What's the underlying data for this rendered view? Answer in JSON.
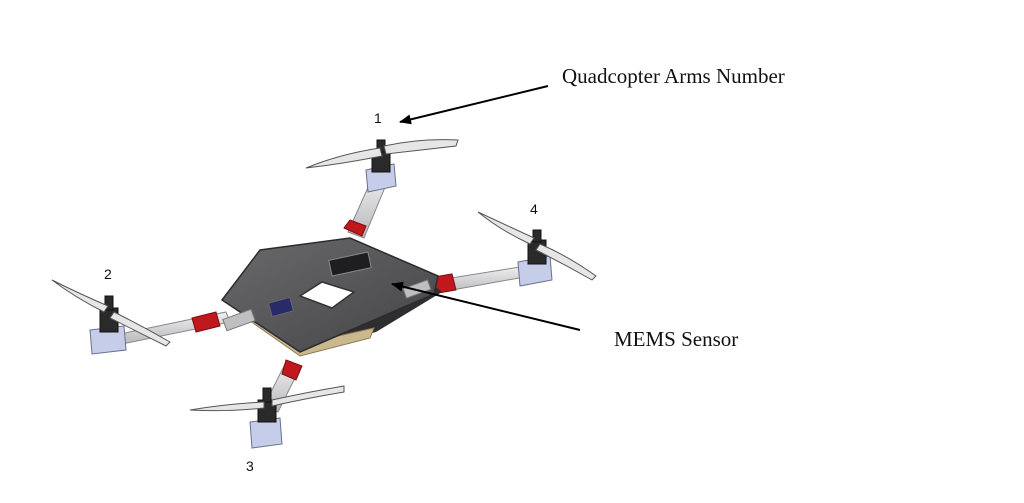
{
  "annotations": {
    "arms_label": "Quadcopter Arms Number",
    "sensor_label": "MEMS Sensor"
  },
  "arm_numbers": [
    "1",
    "2",
    "3",
    "4"
  ],
  "colors": {
    "frame": "#5a5a5c",
    "frame_dark": "#3a3a3c",
    "arm": "#d8d8dc",
    "connector": "#c0181c",
    "battery": "#cbb88e",
    "motor": "#2a2a2a",
    "mount": "#c6cde8",
    "propeller": "#e6e6e6"
  }
}
